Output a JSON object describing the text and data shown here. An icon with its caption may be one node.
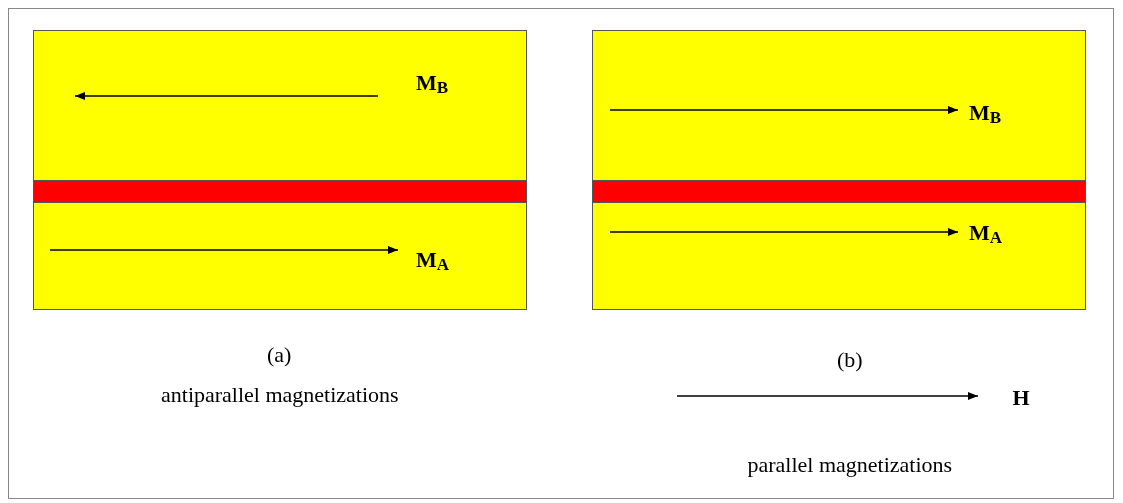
{
  "diagram": {
    "nodes": [
      {
        "text": [
          "M$_{B}$"
        ]
      },
      {
        "text": [],
        "shape": "bar"
      },
      {
        "text": [
          "M$_{A}$"
        ]
      },
      {
        "text": [
          "M$_{B}$"
        ]
      },
      {
        "text": [],
        "shape": "bar"
      },
      {
        "text": [
          "M$_{A}$"
        ]
      }
    ],
    "edges": [],
    "labels": [
      "(a)",
      "(b)",
      "antiparallel magnetizations",
      "H",
      "parallel magnetizations"
    ]
  }
}
